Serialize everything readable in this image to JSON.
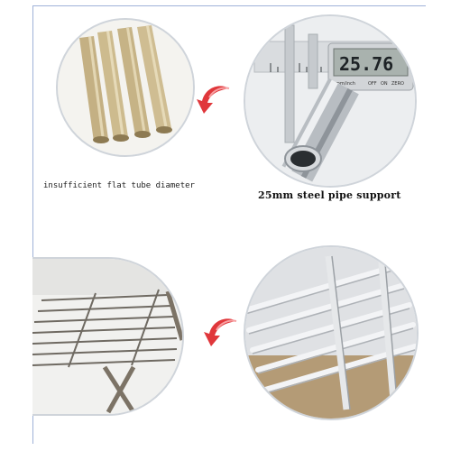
{
  "captions": {
    "left": "insufficient flat tube diameter",
    "right": "25mm steel pipe support"
  },
  "caliper": {
    "reading": "25.76",
    "unit_label": "mm/inch",
    "buttons": [
      "OFF",
      "ON",
      "ZERO"
    ]
  },
  "icons": {
    "arrow_top": "curved-arrow-icon",
    "arrow_bottom": "curved-arrow-icon"
  },
  "colors": {
    "arrow": "#e0373b",
    "flat_tube": "#c9b78a",
    "steel": "#c7cbcf",
    "frame_line": "#9fb2d8"
  }
}
